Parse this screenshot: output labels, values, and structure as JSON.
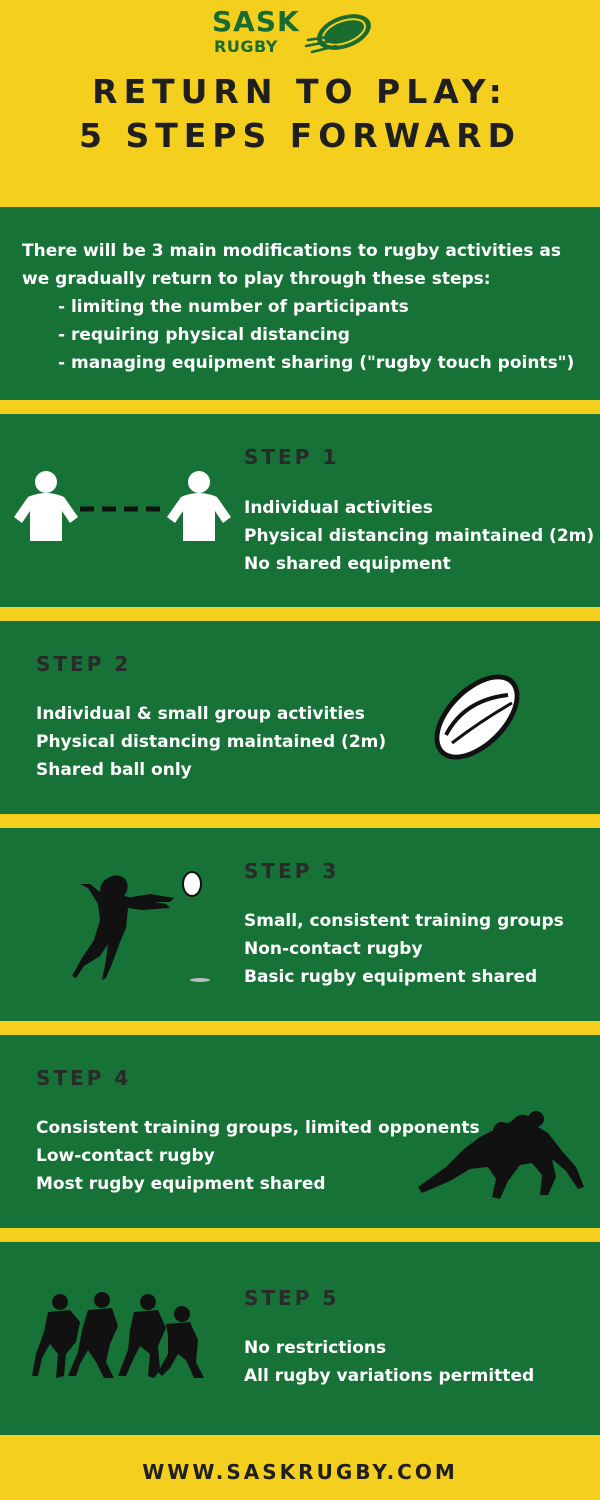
{
  "logo": {
    "line1": "SASK",
    "line2": "RUGBY"
  },
  "title": {
    "line1": "RETURN TO PLAY:",
    "line2": "5 STEPS FORWARD"
  },
  "intro": {
    "text": "There will be 3 main modifications to rugby activities as we gradually return to play through these steps:",
    "items": [
      "- limiting the number of participants",
      "- requiring physical distancing",
      "- managing equipment sharing  (\"rugby touch points\")"
    ]
  },
  "steps": [
    {
      "title": "STEP 1",
      "lines": [
        "Individual activities",
        "Physical distancing maintained (2m)",
        "No shared equipment"
      ]
    },
    {
      "title": "STEP 2",
      "lines": [
        "Individual & small group activities",
        "Physical distancing maintained (2m)",
        "Shared ball only"
      ]
    },
    {
      "title": "STEP 3",
      "lines": [
        "Small, consistent training groups",
        "Non-contact rugby",
        "Basic rugby equipment shared"
      ]
    },
    {
      "title": "STEP 4",
      "lines": [
        "Consistent training groups, limited opponents",
        "Low-contact rugby",
        "Most rugby equipment shared"
      ]
    },
    {
      "title": "STEP 5",
      "lines": [
        "No restrictions",
        "All rugby variations permitted"
      ]
    }
  ],
  "footer": {
    "url": "WWW.SASKRUGBY.COM"
  },
  "colors": {
    "yellow": "#f4cf1e",
    "green": "#177237",
    "dark": "#1f1f1f",
    "white": "#ffffff"
  }
}
